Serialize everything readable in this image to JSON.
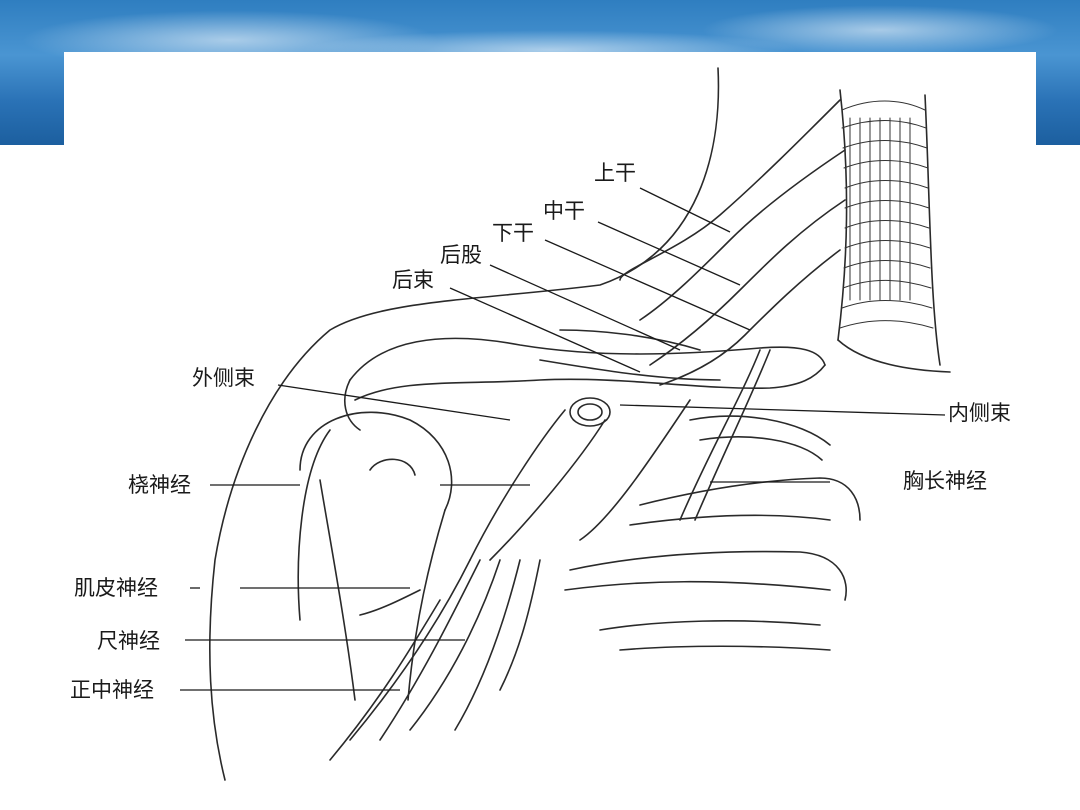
{
  "labels": {
    "upper_trunk": "上干",
    "middle_trunk": "中干",
    "lower_trunk": "下干",
    "lateral_cord_upper": "后股",
    "posterior_cord": "后束",
    "lateral_cord": "外侧束",
    "medial_cord": "内侧束",
    "radial_nerve": "桡神经",
    "long_thoracic_nerve": "胸长神经",
    "musculocutaneous_nerve": "肌皮神经",
    "ulnar_nerve": "尺神经",
    "median_nerve": "正中神经"
  },
  "colors": {
    "banner": "#2f7ec0",
    "ink": "#2a2a2a",
    "background": "#ffffff"
  }
}
